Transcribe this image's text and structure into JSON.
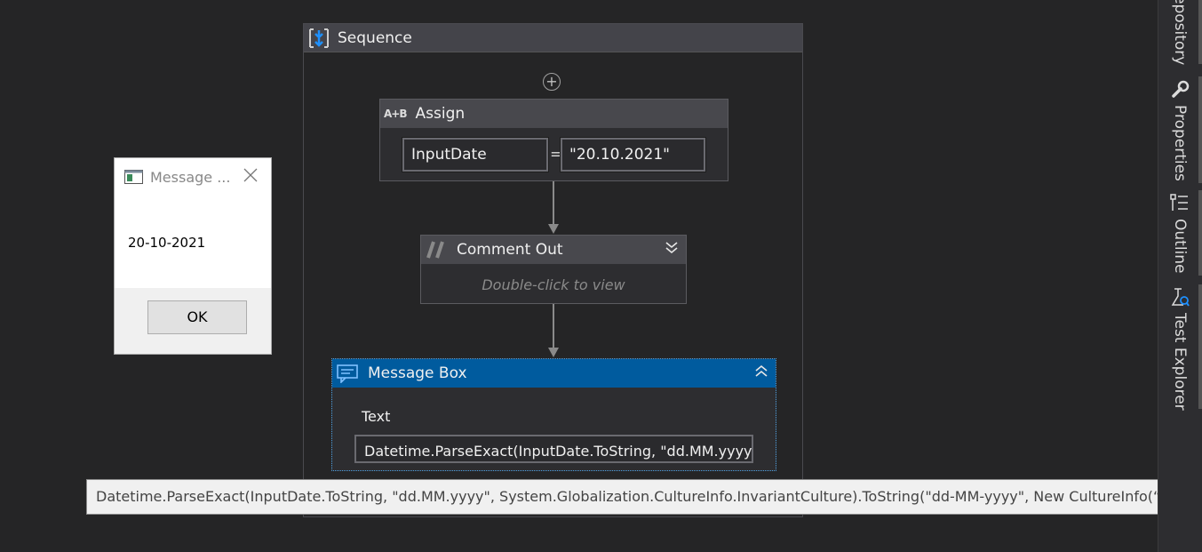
{
  "sequence": {
    "title": "Sequence"
  },
  "assign": {
    "title": "Assign",
    "icon_label": "A+B",
    "left_value": "InputDate",
    "equals": "=",
    "right_value": "\"20.10.2021\""
  },
  "comment_out": {
    "title": "Comment Out",
    "placeholder": "Double-click to view"
  },
  "message_box": {
    "title": "Message Box",
    "text_label": "Text",
    "text_value": "Datetime.ParseExact(InputDate.ToString, \"dd.MM.yyyy\""
  },
  "tooltip": {
    "text": "Datetime.ParseExact(InputDate.ToString, \"dd.MM.yyyy\", System.Globalization.CultureInfo.InvariantCulture).ToString(\"dd-MM-yyyy\", New CultureInfo(“de-DE”))"
  },
  "dialog": {
    "title": "Message ...",
    "message": "20-10-2021",
    "ok_label": "OK"
  },
  "side_panel": {
    "items": [
      {
        "label": "epository",
        "icon": "repository-icon"
      },
      {
        "label": "Properties",
        "icon": "wrench-icon"
      },
      {
        "label": "Outline",
        "icon": "outline-icon"
      },
      {
        "label": "Test Explorer",
        "icon": "test-explorer-icon"
      }
    ]
  },
  "colors": {
    "canvas_bg": "#252526",
    "header_bg": "#48484d",
    "selected_header": "#005b9e",
    "accent_blue": "#1e90ff"
  }
}
